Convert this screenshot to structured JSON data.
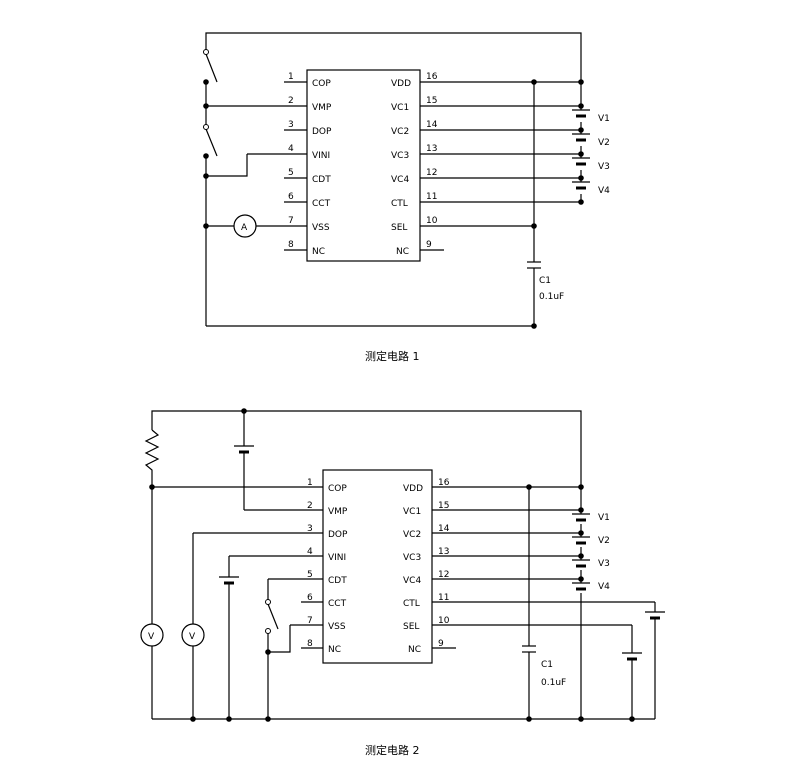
{
  "circuit1": {
    "caption": "测定电路 1",
    "left_pins": [
      {
        "num": "1",
        "name": "COP"
      },
      {
        "num": "2",
        "name": "VMP"
      },
      {
        "num": "3",
        "name": "DOP"
      },
      {
        "num": "4",
        "name": "VINI"
      },
      {
        "num": "5",
        "name": "CDT"
      },
      {
        "num": "6",
        "name": "CCT"
      },
      {
        "num": "7",
        "name": "VSS"
      },
      {
        "num": "8",
        "name": "NC"
      }
    ],
    "right_pins": [
      {
        "num": "16",
        "name": "VDD"
      },
      {
        "num": "15",
        "name": "VC1"
      },
      {
        "num": "14",
        "name": "VC2"
      },
      {
        "num": "13",
        "name": "VC3"
      },
      {
        "num": "12",
        "name": "VC4"
      },
      {
        "num": "11",
        "name": "CTL"
      },
      {
        "num": "10",
        "name": "SEL"
      },
      {
        "num": "9",
        "name": "NC"
      }
    ],
    "batteries": [
      "V1",
      "V2",
      "V3",
      "V4"
    ],
    "capacitor": {
      "name": "C1",
      "value": "0.1uF"
    },
    "ammeter": "A"
  },
  "circuit2": {
    "caption": "测定电路 2",
    "left_pins": [
      {
        "num": "1",
        "name": "COP"
      },
      {
        "num": "2",
        "name": "VMP"
      },
      {
        "num": "3",
        "name": "DOP"
      },
      {
        "num": "4",
        "name": "VINI"
      },
      {
        "num": "5",
        "name": "CDT"
      },
      {
        "num": "6",
        "name": "CCT"
      },
      {
        "num": "7",
        "name": "VSS"
      },
      {
        "num": "8",
        "name": "NC"
      }
    ],
    "right_pins": [
      {
        "num": "16",
        "name": "VDD"
      },
      {
        "num": "15",
        "name": "VC1"
      },
      {
        "num": "14",
        "name": "VC2"
      },
      {
        "num": "13",
        "name": "VC3"
      },
      {
        "num": "12",
        "name": "VC4"
      },
      {
        "num": "11",
        "name": "CTL"
      },
      {
        "num": "10",
        "name": "SEL"
      },
      {
        "num": "9",
        "name": "NC"
      }
    ],
    "batteries": [
      "V1",
      "V2",
      "V3",
      "V4"
    ],
    "capacitor": {
      "name": "C1",
      "value": "0.1uF"
    },
    "voltmeters": [
      "V",
      "V"
    ]
  }
}
